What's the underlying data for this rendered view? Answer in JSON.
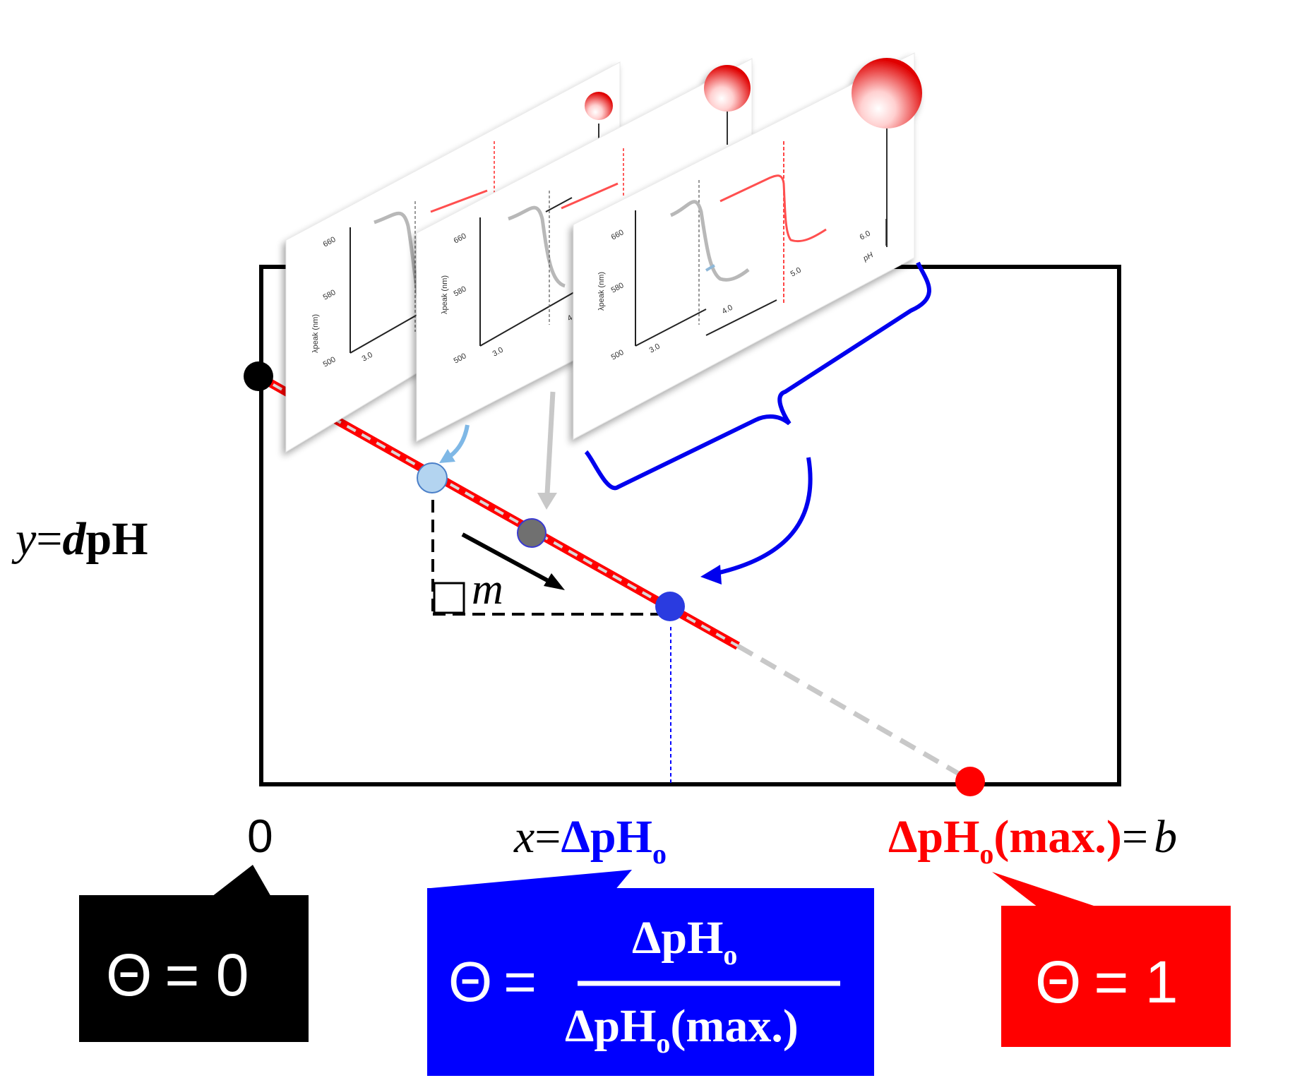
{
  "axes": {
    "y_label_var": "y",
    "y_label_eq": "=",
    "y_label_d": "d",
    "y_label_rest": "pH",
    "x_origin": "0",
    "x_label_var": "x",
    "x_label_eq": "=",
    "x_label_main": "ΔpH",
    "x_label_sub": "o",
    "xmax_main": "ΔpH",
    "xmax_sub": "o",
    "xmax_rest": "(max.)",
    "xmax_eq": "=",
    "xmax_var": "b",
    "slope": "m"
  },
  "callouts": {
    "zero": {
      "lhs": "Θ",
      "eq": "= 0"
    },
    "mid": {
      "lhs": "Θ",
      "eq": "=",
      "num_main": "ΔpH",
      "num_sub": "o",
      "den_main": "ΔpH",
      "den_sub": "o",
      "den_rest": "(max.)"
    },
    "one": {
      "lhs": "Θ",
      "eq": "= 1"
    }
  },
  "panels": [
    {
      "y_ticks": [
        "660",
        "580",
        "500"
      ],
      "ylabel": "λpeak (nm)",
      "x_ticks": [
        "3.0"
      ]
    },
    {
      "y_ticks": [
        "660",
        "580",
        "500"
      ],
      "ylabel": "λpeak (nm)",
      "x_ticks": [
        "3.0",
        "4.0"
      ]
    },
    {
      "y_ticks": [
        "660",
        "580",
        "500"
      ],
      "ylabel": "λpeak (nm)",
      "x_ticks": [
        "3.0",
        "4.0",
        "5.0",
        "6.0"
      ],
      "xlabel": "pH"
    }
  ],
  "colors": {
    "black": "#000000",
    "blue": "#0000ff",
    "red": "#ff0000",
    "light_blue_point": "#b3d4f0",
    "gray_point": "#707070",
    "mid_blue_point": "#2a3be0",
    "dash_gray": "#c8c8c8"
  }
}
